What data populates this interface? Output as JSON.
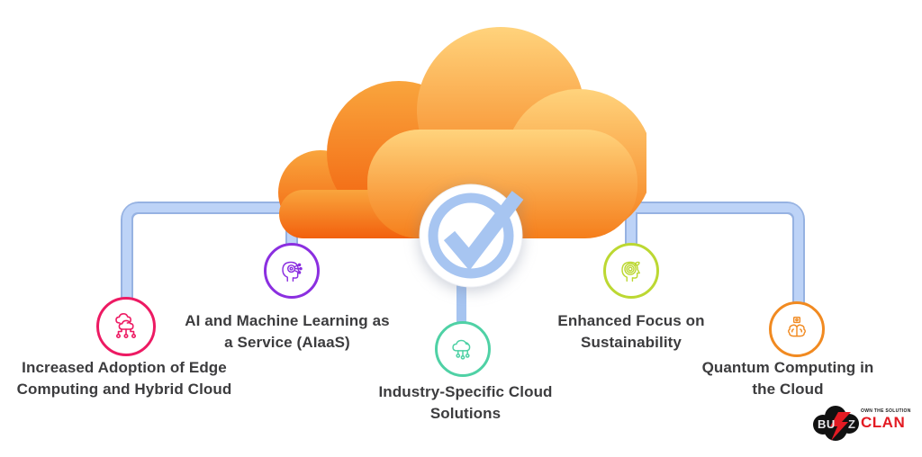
{
  "diagram": {
    "title_hidden": "",
    "center_icon": "checkmark",
    "nodes": [
      {
        "id": "edge",
        "icon": "edge-cloud-icon",
        "color": "#ED1A63",
        "line1": "Increased Adoption of Edge",
        "line2": "Computing and Hybrid Cloud"
      },
      {
        "id": "aiaas",
        "icon": "ai-head-icon",
        "color": "#8B2FE0",
        "line1": "AI and Machine Learning as",
        "line2": "a Service (AIaaS)"
      },
      {
        "id": "industry",
        "icon": "industry-cloud-icon",
        "color": "#4FD1A5",
        "line1": "Industry-Specific Cloud",
        "line2": "Solutions"
      },
      {
        "id": "sustainability",
        "icon": "sustainability-head-icon",
        "color": "#BCD832",
        "line1": "Enhanced Focus on",
        "line2": "Sustainability"
      },
      {
        "id": "quantum",
        "icon": "quantum-brain-icon",
        "color": "#F18A21",
        "line1": "Quantum Computing in",
        "line2": "the Cloud"
      }
    ],
    "logo": {
      "bu": "BU",
      "z": "Z",
      "clan": "CLAN",
      "tagline": "Own the Solution",
      "red": "#E31B23",
      "black": "#111111"
    },
    "colors": {
      "cloud_front_top": "#FFD37C",
      "cloud_front_bottom": "#F58220",
      "cloud_back_top": "#F9A53D",
      "cloud_back_bottom": "#F2600D",
      "connector_fill": "#BDD3F7",
      "connector_edge": "#96B2E2",
      "check_blue": "#A7C5F1",
      "label_text": "#3C3C3E"
    }
  }
}
